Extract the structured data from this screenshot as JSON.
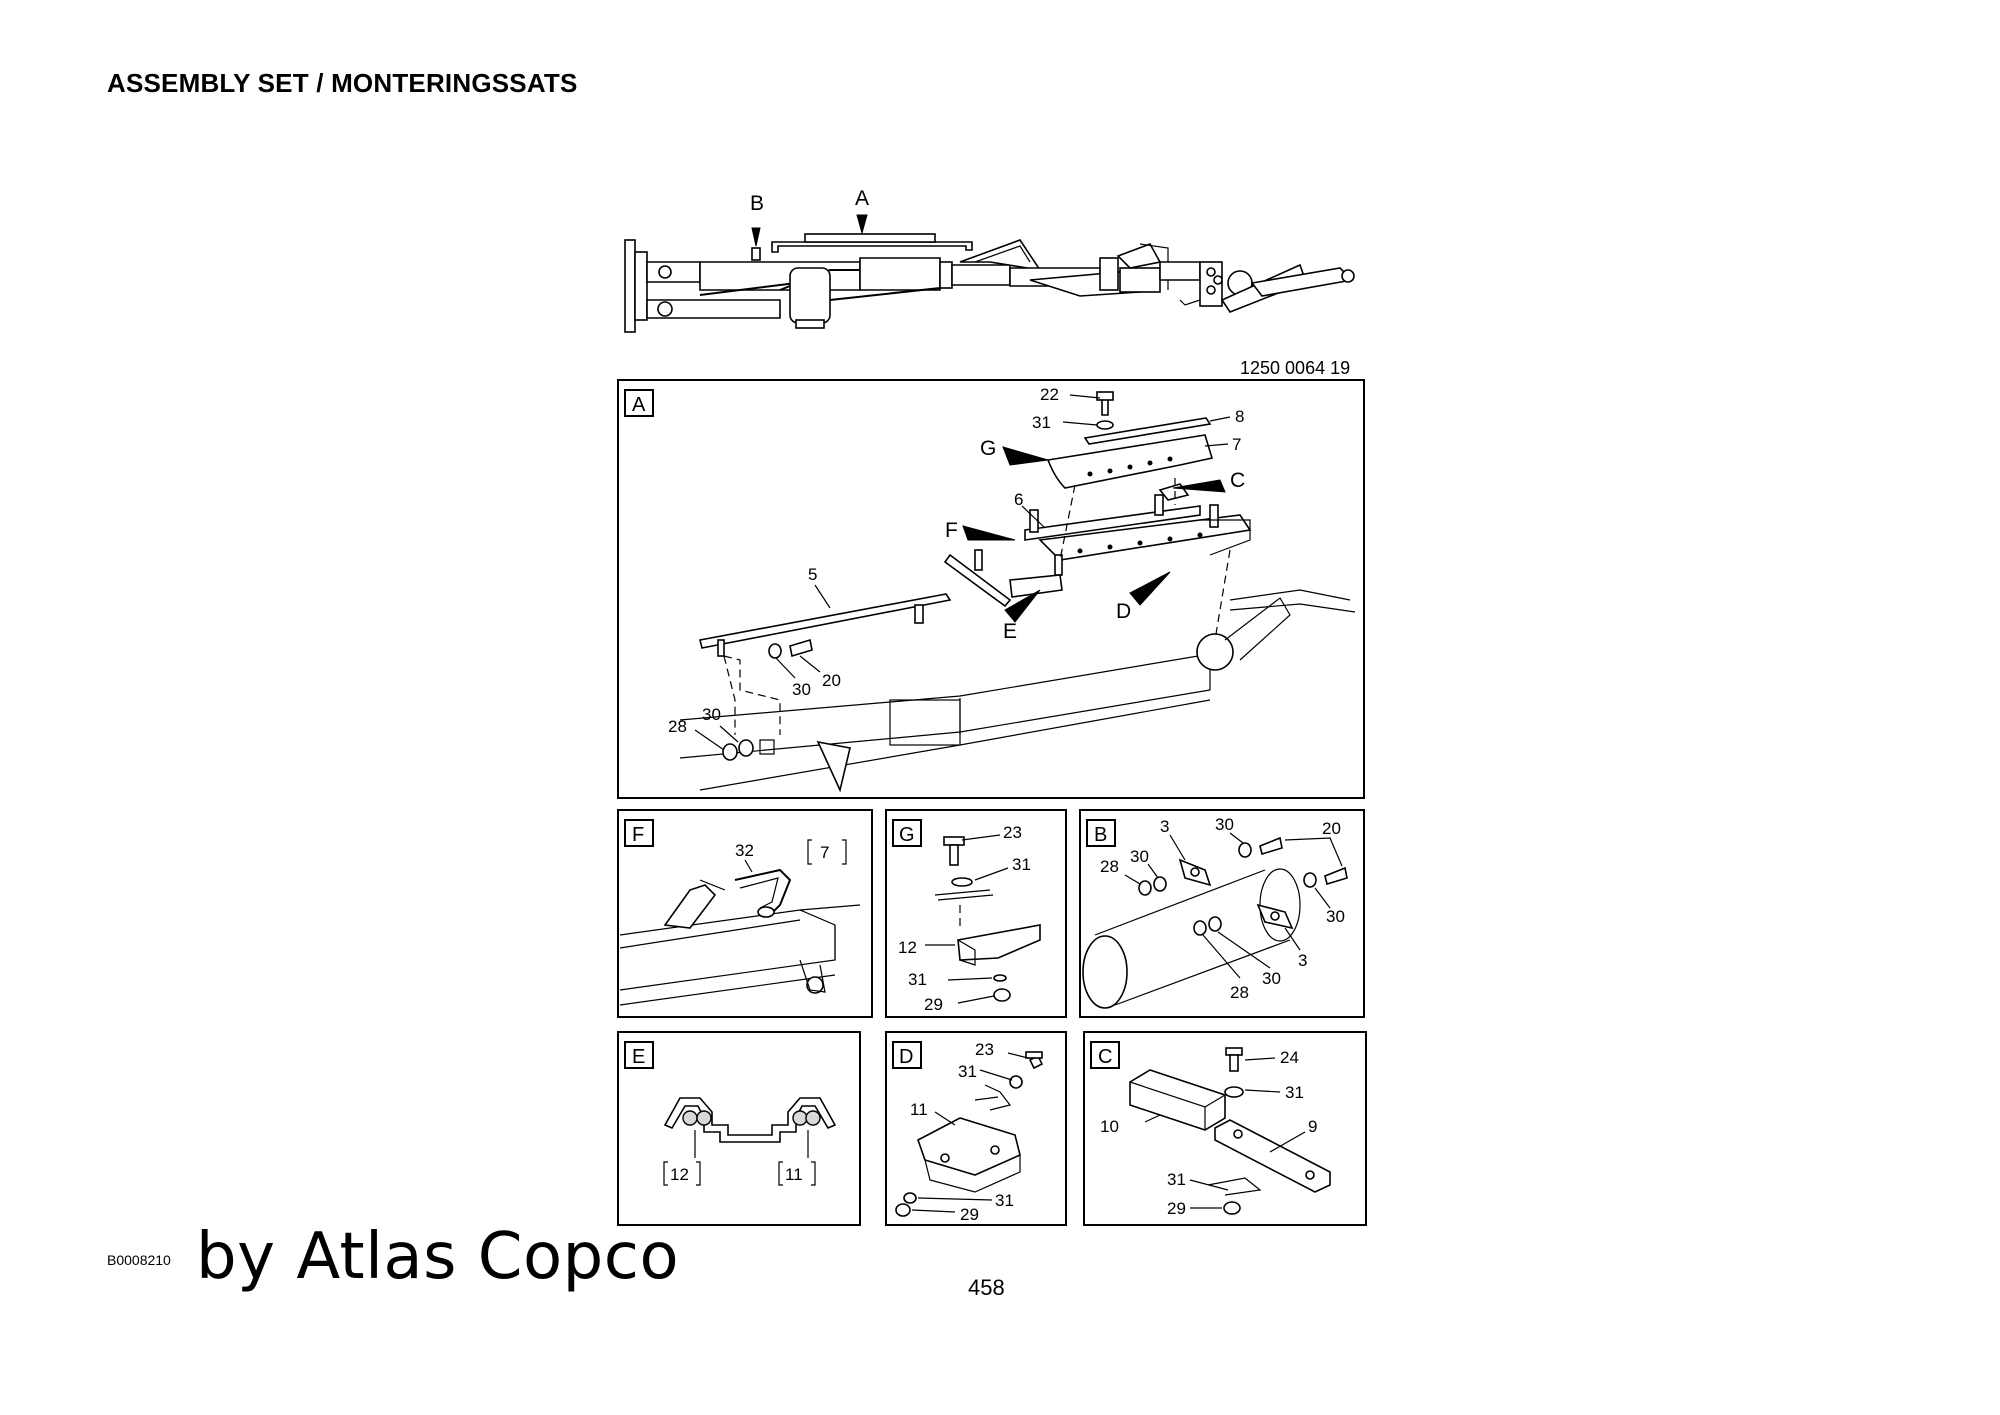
{
  "header": {
    "title": "ASSEMBLY SET / MONTERINGSSATS"
  },
  "doc_number": "1250 0064 19",
  "page_number": "458",
  "bottom_code": "B0008210",
  "watermark": "by Atlas Copco",
  "overview": {
    "markers": [
      "B",
      "A"
    ]
  },
  "panels": {
    "A": {
      "label": "A",
      "callouts": [
        "22",
        "31",
        "8",
        "7",
        "6",
        "5",
        "30",
        "20",
        "30",
        "28"
      ],
      "pointers": [
        "G",
        "C",
        "F",
        "E",
        "D"
      ]
    },
    "F": {
      "label": "F",
      "callouts": [
        "32",
        "7"
      ]
    },
    "G": {
      "label": "G",
      "callouts": [
        "23",
        "31",
        "12",
        "31",
        "29"
      ]
    },
    "B": {
      "label": "B",
      "callouts": [
        "3",
        "30",
        "20",
        "28",
        "30",
        "30",
        "3",
        "30",
        "28"
      ]
    },
    "E": {
      "label": "E",
      "callouts": [
        "12",
        "11"
      ]
    },
    "D": {
      "label": "D",
      "callouts": [
        "23",
        "31",
        "11",
        "31",
        "29"
      ]
    },
    "C": {
      "label": "C",
      "callouts": [
        "24",
        "31",
        "10",
        "9",
        "31",
        "29"
      ]
    }
  }
}
